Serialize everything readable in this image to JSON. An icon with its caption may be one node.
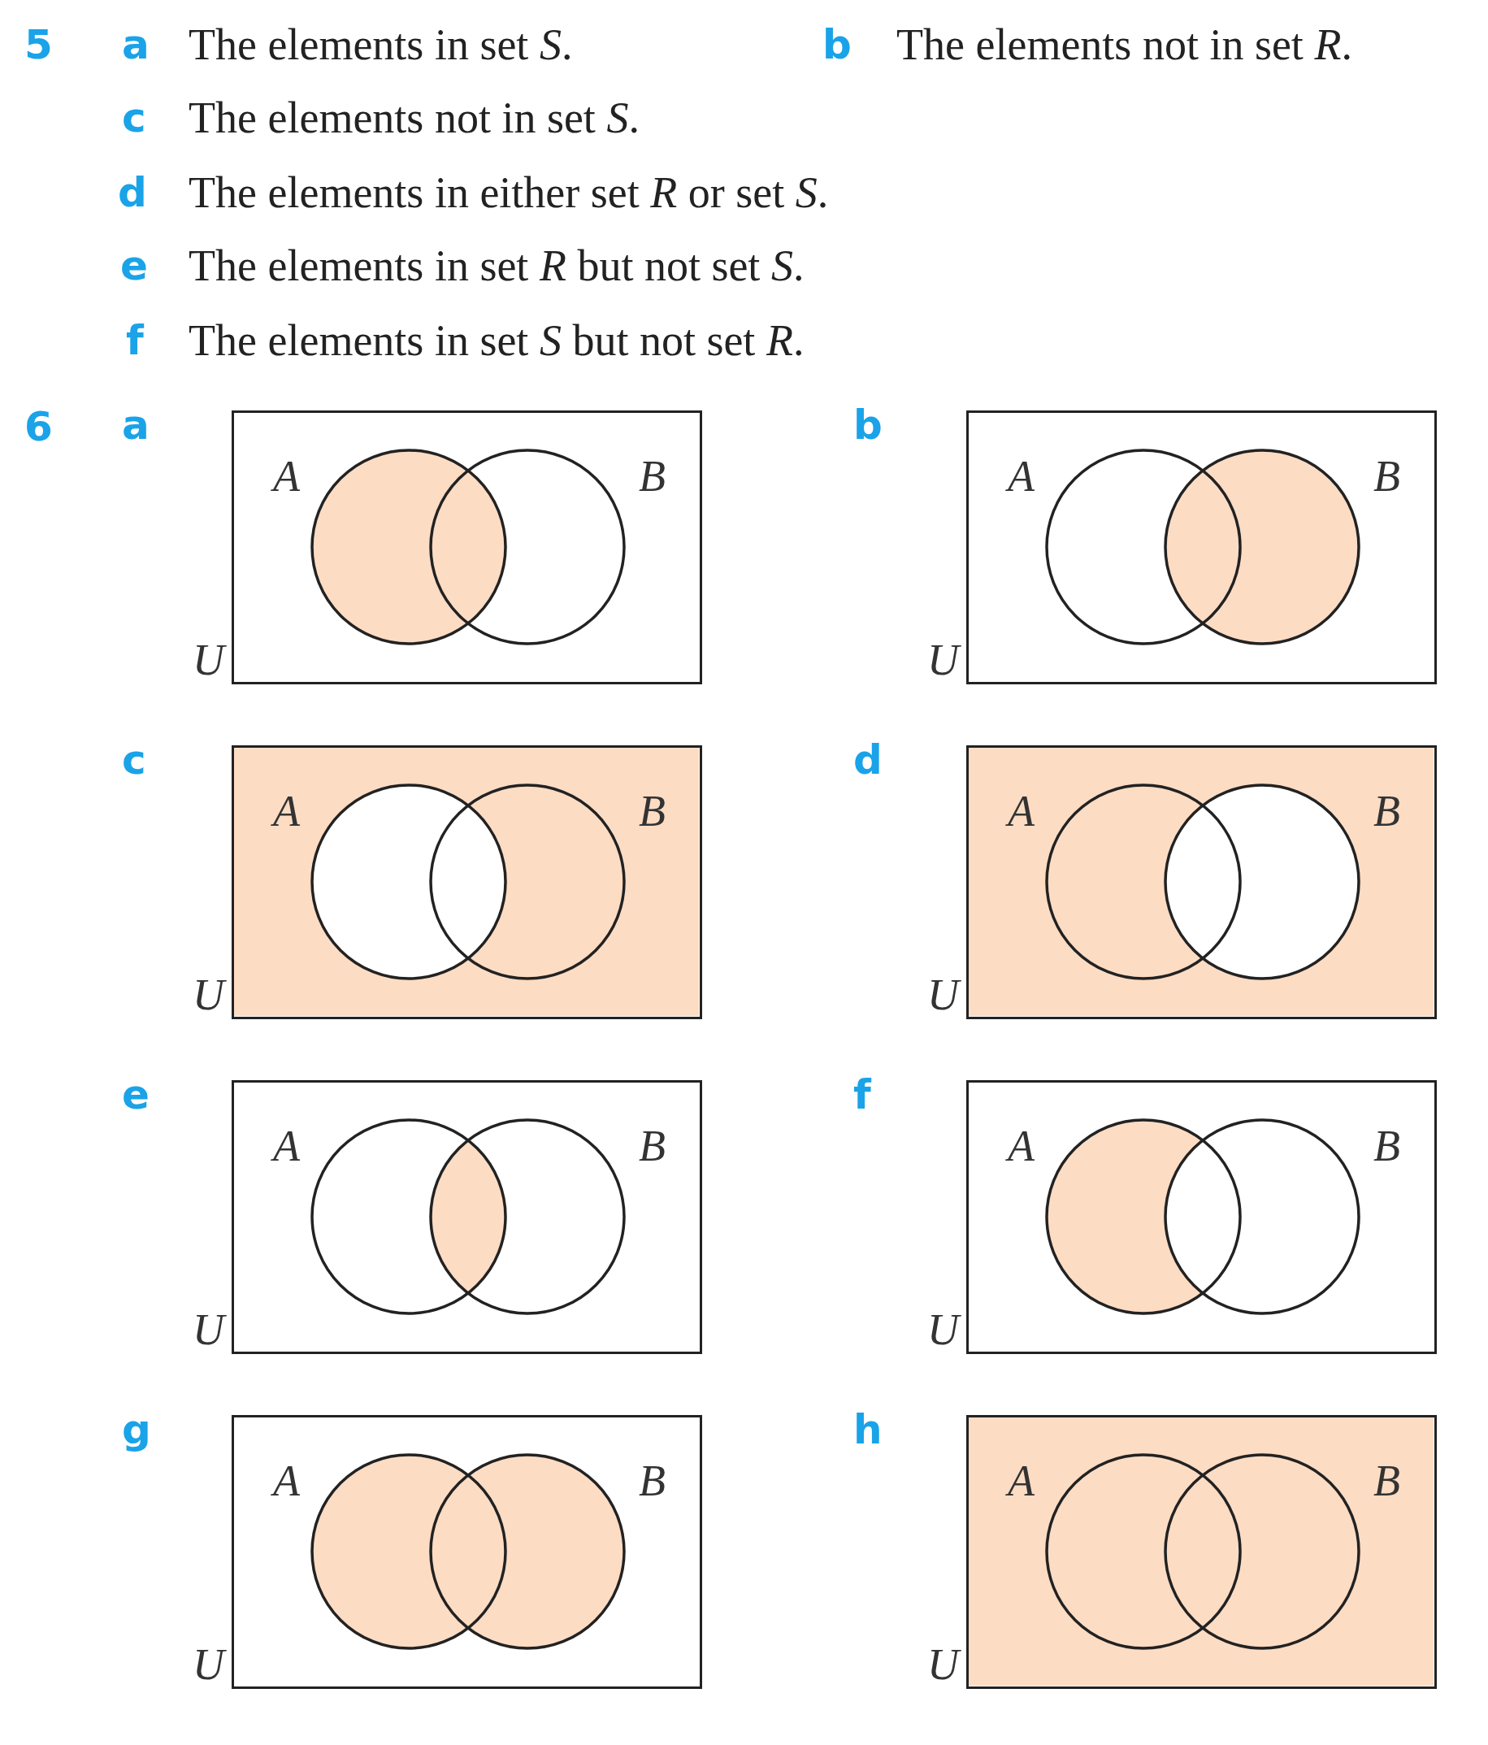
{
  "diagram": {
    "nodes": [
      {
        "text": [
          "U"
        ]
      },
      {
        "text": [
          "A"
        ],
        "in": 0
      },
      {
        "text": [
          "B"
        ],
        "in": 0
      },
      {
        "text": [
          "U"
        ]
      },
      {
        "text": [
          "A"
        ],
        "in": 3
      },
      {
        "text": [
          "B"
        ],
        "in": 3
      },
      {
        "text": [
          "U"
        ]
      },
      {
        "text": [
          "A"
        ],
        "in": 6
      },
      {
        "text": [
          "B"
        ],
        "in": 6
      },
      {
        "text": [
          "U"
        ]
      },
      {
        "text": [
          "A"
        ],
        "in": 9
      },
      {
        "text": [
          "B"
        ],
        "in": 9
      },
      {
        "text": [
          "U"
        ]
      },
      {
        "text": [
          "A"
        ],
        "in": 12
      },
      {
        "text": [
          "B"
        ],
        "in": 12
      },
      {
        "text": [
          "U"
        ]
      },
      {
        "text": [
          "A"
        ],
        "in": 15
      },
      {
        "text": [
          "B"
        ],
        "in": 15
      },
      {
        "text": [
          "U"
        ]
      },
      {
        "text": [
          "A"
        ],
        "in": 18
      },
      {
        "text": [
          "B"
        ],
        "in": 18
      },
      {
        "text": [
          "U"
        ]
      },
      {
        "text": [
          "A"
        ],
        "in": 21
      },
      {
        "text": [
          "B"
        ],
        "in": 21
      }
    ],
    "labels": [
      "5",
      "a",
      "The elements in set *S*.",
      "b",
      "The elements not in set *R*.",
      "c",
      "The elements not in set *S*.",
      "d",
      "The elements in either set *R* or set *S*.",
      "e",
      "The elements in set *R* but not set *S*.",
      "f",
      "The elements in set *S* but not set *R*.",
      "6",
      "a",
      "b",
      "c",
      "d",
      "e",
      "f",
      "g",
      "h"
    ]
  }
}
